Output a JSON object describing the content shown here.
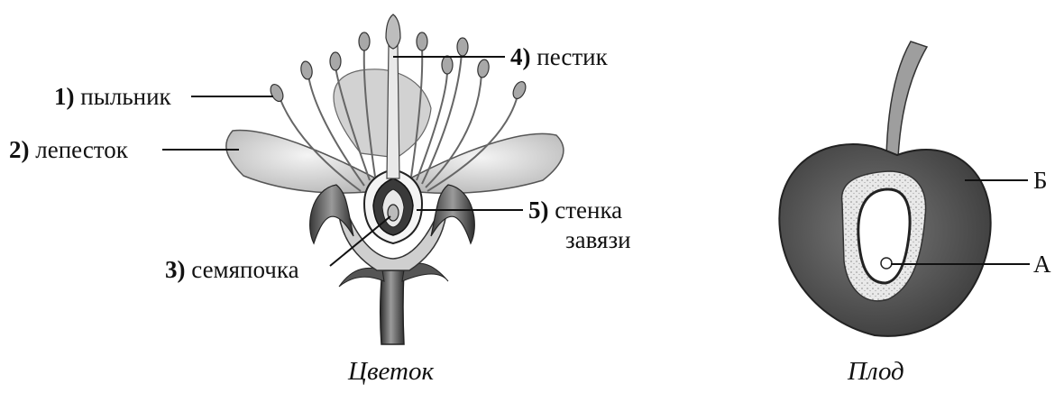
{
  "flower": {
    "caption": "Цветок",
    "labels": [
      {
        "num": "1)",
        "text": "пыльник"
      },
      {
        "num": "2)",
        "text": "лепесток"
      },
      {
        "num": "3)",
        "text": "семяпочка"
      },
      {
        "num": "4)",
        "text": "пестик"
      },
      {
        "num": "5)",
        "text": "стенка"
      }
    ],
    "label5_line2": "завязи"
  },
  "fruit": {
    "caption": "Плод",
    "labels": [
      "Б",
      "А"
    ]
  }
}
